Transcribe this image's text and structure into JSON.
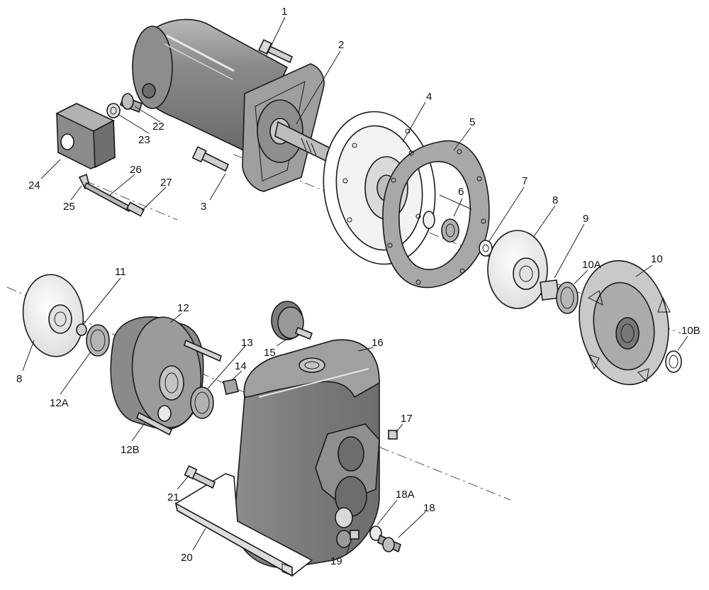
{
  "colors": {
    "body_dark": "#7b7b7b",
    "body_mid": "#9c9c9c",
    "body_light": "#c6c6c6",
    "gasket": "#a8a8a8",
    "ink": "#1a1a1a",
    "paper": "#ffffff"
  },
  "labels": {
    "p1": "1",
    "p2": "2",
    "p3": "3",
    "p4": "4",
    "p5": "5",
    "p6": "6",
    "p7": "7",
    "p8a": "8",
    "p8b": "8",
    "p9": "9",
    "p10": "10",
    "p10a": "10A",
    "p10b": "10B",
    "p11": "11",
    "p12": "12",
    "p12a": "12A",
    "p12b": "12B",
    "p13": "13",
    "p14": "14",
    "p15": "15",
    "p16": "16",
    "p17": "17",
    "p18": "18",
    "p18a": "18A",
    "p19": "19",
    "p20": "20",
    "p21": "21",
    "p22": "22",
    "p23": "23",
    "p24": "24",
    "p25": "25",
    "p26": "26",
    "p27": "27"
  }
}
